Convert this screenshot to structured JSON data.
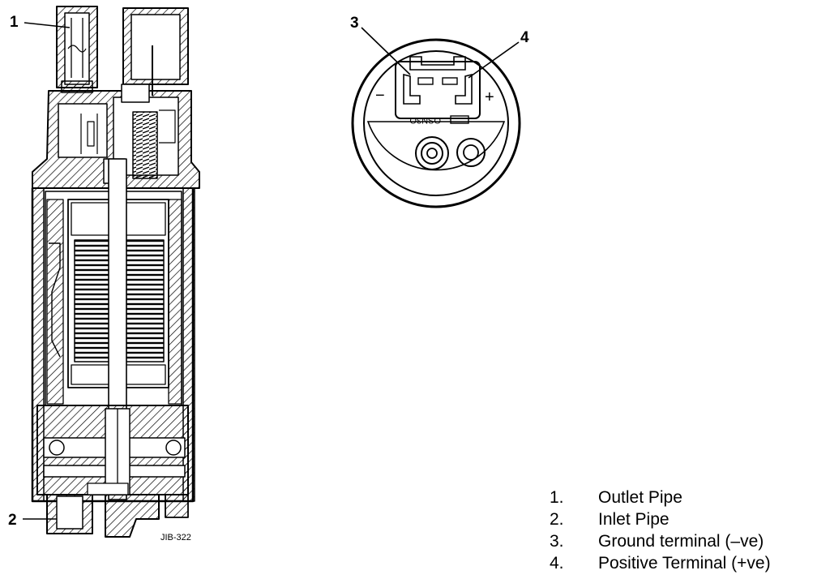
{
  "callouts": [
    "1",
    "2",
    "3",
    "4"
  ],
  "figure_code": "JIB-322",
  "connector": {
    "minus_symbol": "−",
    "plus_symbol": "+",
    "part_marking": "OSN3O"
  },
  "legend": [
    {
      "num": "1.",
      "text": "Outlet Pipe"
    },
    {
      "num": "2.",
      "text": "Inlet Pipe"
    },
    {
      "num": "3.",
      "text": "Ground terminal (–ve)"
    },
    {
      "num": "4.",
      "text": "Positive Terminal (+ve)"
    }
  ]
}
